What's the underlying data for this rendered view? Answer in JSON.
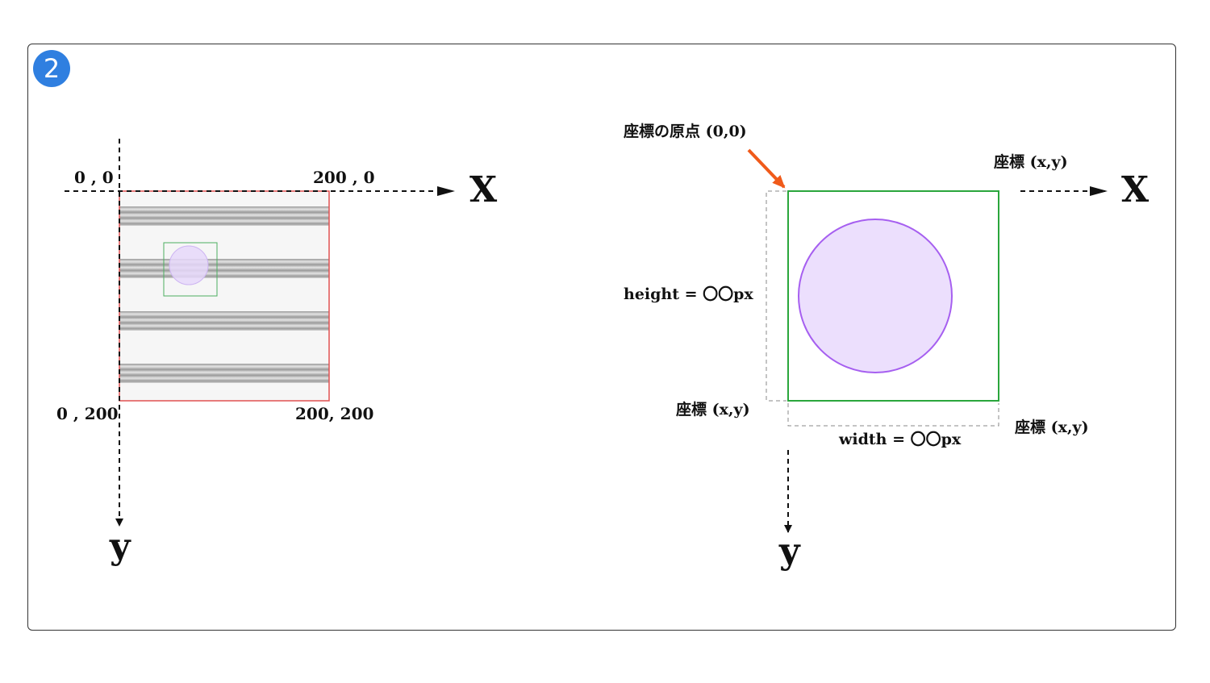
{
  "badge": "2",
  "left_diagram": {
    "corner_labels": {
      "top_left": "0 , 0",
      "top_right": "200 , 0",
      "bottom_left": "0 , 200",
      "bottom_right": "200, 200"
    },
    "axis_x": "X",
    "axis_y": "y",
    "colors": {
      "canvas_border": "#e05050",
      "inner_rect": "#4caf60",
      "circle_fill": "#e6d8fa",
      "stripe": "#a0a0a0"
    }
  },
  "right_diagram": {
    "origin_label": "座標の原点 (0,0)",
    "top_right_coord": "座標 (x,y)",
    "bottom_left_coord": "座標 (x,y)",
    "bottom_right_coord": "座標 (x,y)",
    "height_label": "height = 〇〇px",
    "width_label": "width = 〇〇px",
    "axis_x": "X",
    "axis_y": "y",
    "colors": {
      "rect_border": "#2aa63c",
      "circle_fill": "#ecdffd",
      "circle_stroke": "#a65ff0",
      "arrow": "#f05a1a"
    }
  }
}
